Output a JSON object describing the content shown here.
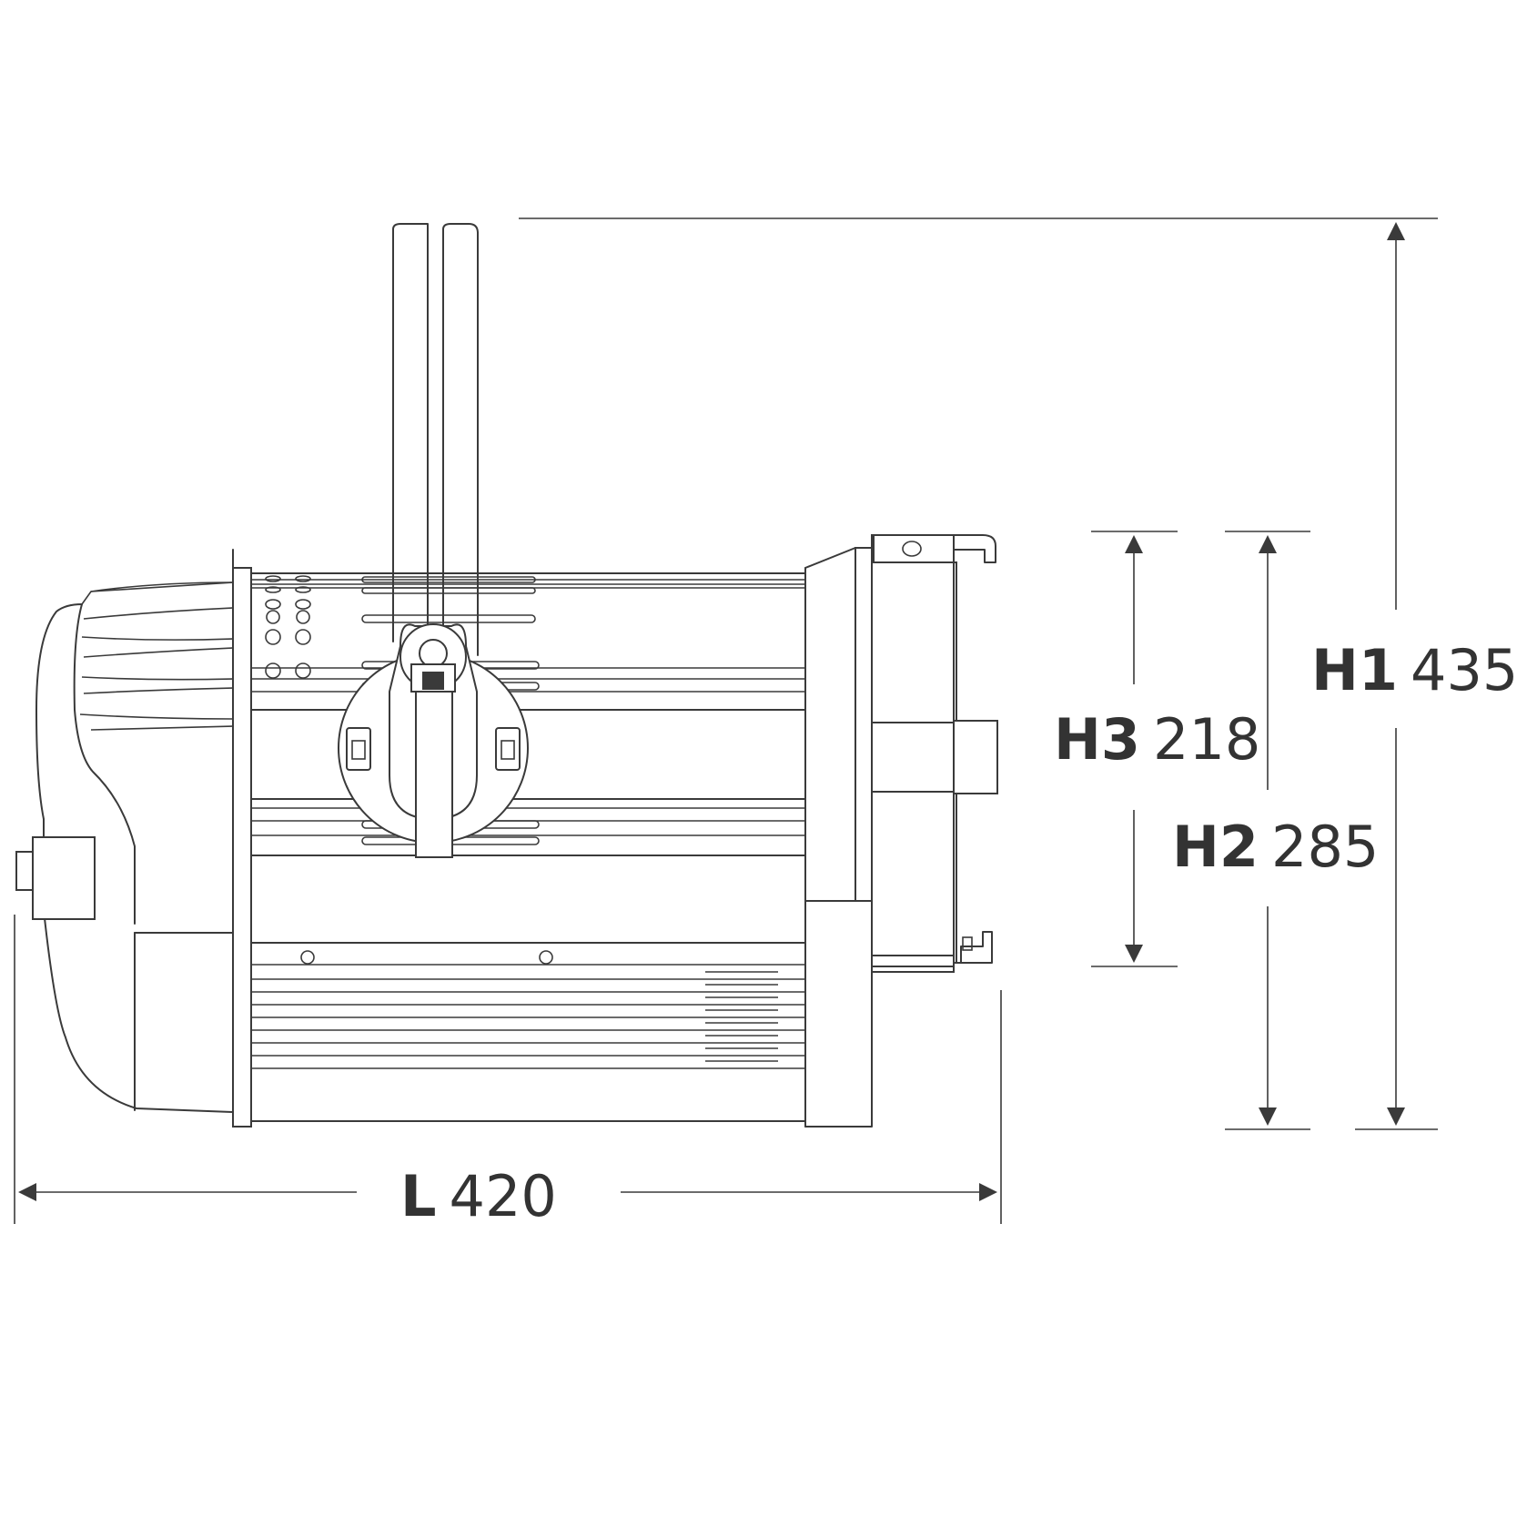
{
  "dimensions": {
    "L": {
      "key": "L",
      "value": "420"
    },
    "H1": {
      "key": "H1",
      "value": "435"
    },
    "H2": {
      "key": "H2",
      "value": "285"
    },
    "H3": {
      "key": "H3",
      "value": "218"
    }
  }
}
